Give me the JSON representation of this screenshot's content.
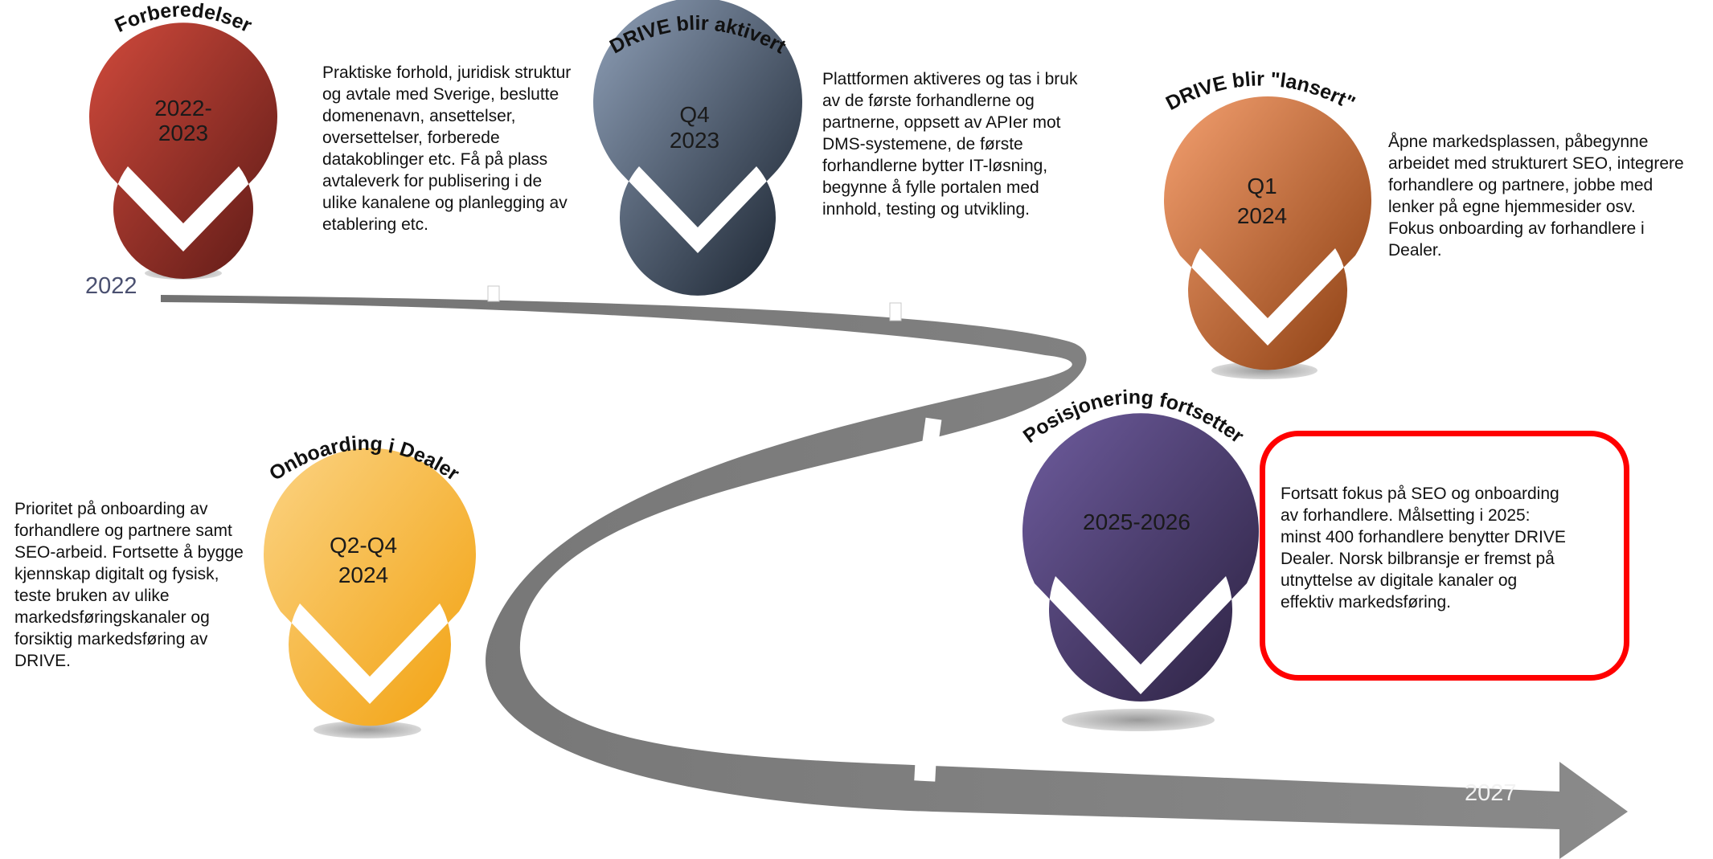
{
  "timeline": {
    "start_year": "2022",
    "end_year": "2027"
  },
  "milestones": [
    {
      "id": "forberedelser",
      "title": "Forberedelser",
      "period_line1": "2022-",
      "period_line2": "2023",
      "color_start": "#d14a3c",
      "color_end": "#5c1a16",
      "description": "Praktiske forhold, juridisk struktur\nog avtale med Sverige, beslutte\ndomenenavn, ansettelser,\noversettelser, forberede\ndatakoblinger etc. Få på plass\navtaleverk for publisering i de\nulike kanalene og planlegging  av\netablering etc."
    },
    {
      "id": "drive-aktivert",
      "title": "DRIVE blir aktivert",
      "period_line1": "Q4",
      "period_line2": "2023",
      "color_start": "#8fa0b8",
      "color_end": "#17202c",
      "description": "Plattformen aktiveres og tas i bruk\nav de første forhandlerne og\npartnerne, oppsett av APIer mot\nDMS-systemene, de første\nforhandlerne bytter IT-løsning,\nbegynne å fylle portalen med\ninnhold, testing og utvikling."
    },
    {
      "id": "drive-lansert",
      "title": "DRIVE blir \"lansert\"",
      "period_line1": "Q1",
      "period_line2": "2024",
      "color_start": "#f4a070",
      "color_end": "#8a3d10",
      "description": "Åpne markedsplassen, påbegynne\narbeidet med strukturert SEO, integrere\nforhandlere og partnere, jobbe med\nlenker på egne hjemmesider osv.\nFokus onboarding av forhandlere i\nDealer."
    },
    {
      "id": "onboarding-dealer",
      "title": "Onboarding i Dealer",
      "period_line1": "Q2-Q4",
      "period_line2": "2024",
      "color_start": "#fbd383",
      "color_end": "#f2a10e",
      "description": "Prioritet på onboarding av\nforhandlere og partnere samt\nSEO-arbeid. Fortsette å bygge\nkjennskap digitalt og fysisk,\nteste bruken av ulike\nmarkedsføringskanaler og\nforsiktig markedsføring av\nDRIVE."
    },
    {
      "id": "posisjonering",
      "title": "Posisjonering fortsetter",
      "period_line1": "2025-2026",
      "period_line2": "",
      "color_start": "#6e5c9e",
      "color_end": "#2b2140",
      "description": "Fortsatt fokus på SEO og onboarding\nav forhandlere. Målsetting i 2025:\nminst 400 forhandlere benytter DRIVE\nDealer. Norsk bilbransje er fremst på\nutnyttelse av digitale kanaler og\neffektiv markedsføring."
    }
  ],
  "colors": {
    "road_light": "#6e6e6e",
    "road_dark": "#8a8a8a",
    "highlight_border": "#ff0000"
  }
}
